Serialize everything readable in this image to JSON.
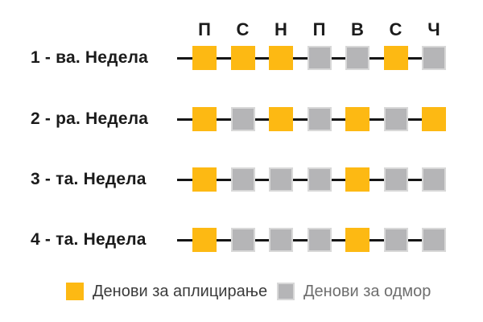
{
  "diagram": {
    "day_letters": [
      "П",
      "С",
      "Н",
      "П",
      "В",
      "С",
      "Ч"
    ],
    "weeks": [
      {
        "label": "1 - ва. Недела",
        "pattern": [
          "app",
          "app",
          "app",
          "rest",
          "rest",
          "app",
          "rest"
        ]
      },
      {
        "label": "2 - ра. Недела",
        "pattern": [
          "app",
          "rest",
          "app",
          "rest",
          "app",
          "rest",
          "app"
        ]
      },
      {
        "label": "3 - та. Недела",
        "pattern": [
          "app",
          "rest",
          "rest",
          "rest",
          "app",
          "rest",
          "rest"
        ]
      },
      {
        "label": "4 - та. Недела",
        "pattern": [
          "app",
          "rest",
          "rest",
          "rest",
          "app",
          "rest",
          "rest"
        ]
      }
    ],
    "legend": [
      {
        "id": "application",
        "label": "Денови за аплицирање"
      },
      {
        "id": "rest",
        "label": "Денови за одмор"
      }
    ],
    "colors": {
      "application": "#FDB913",
      "rest": "#B5B5B7",
      "rest_border": "#D8D8D8",
      "line": "#161616",
      "label_text": "#1B1B1B",
      "legend_text_primary": "#3B3B3B",
      "legend_text_secondary": "#6E6E6E"
    }
  }
}
